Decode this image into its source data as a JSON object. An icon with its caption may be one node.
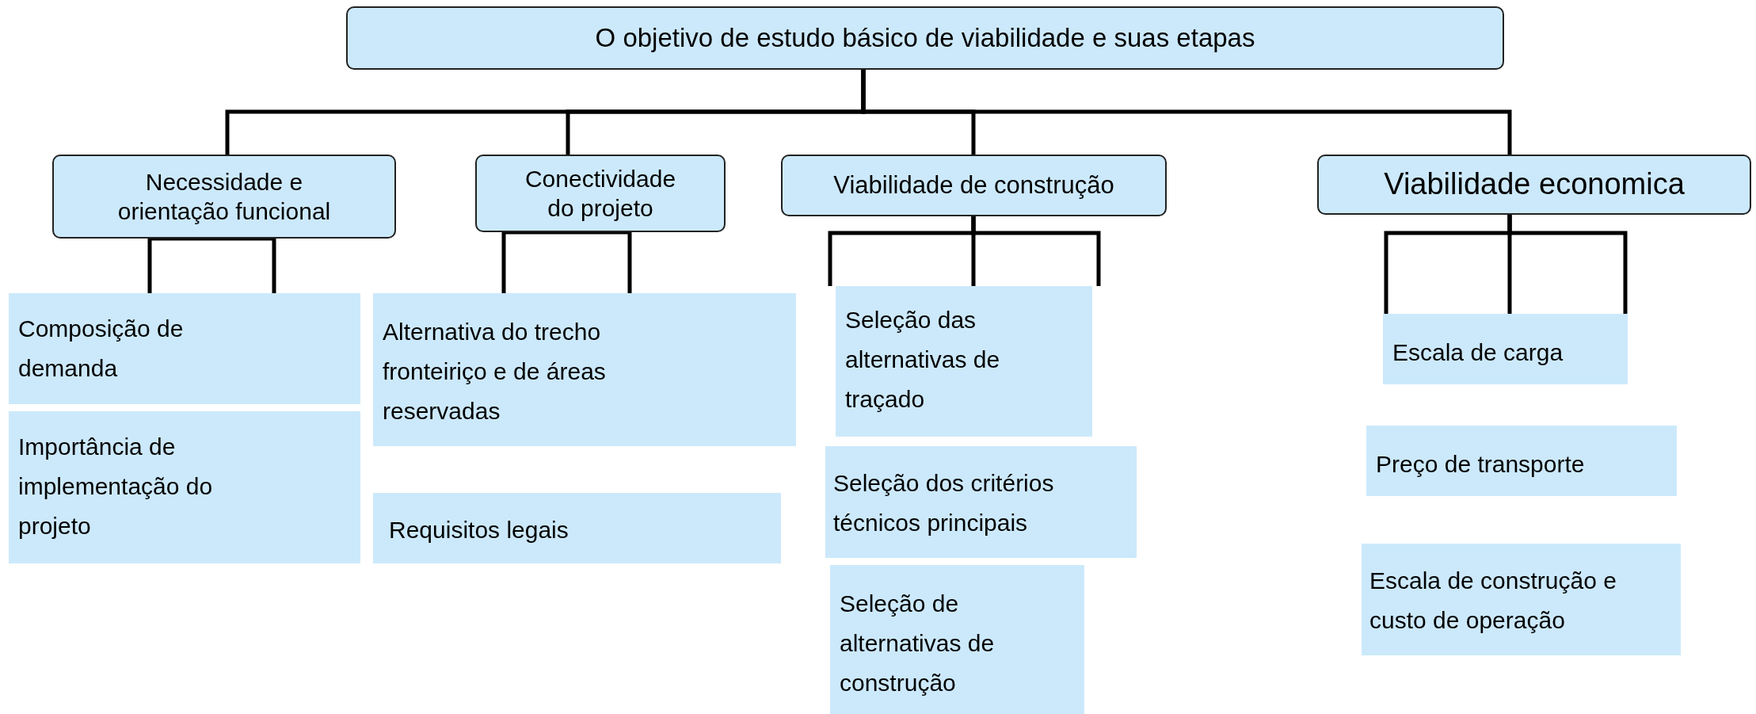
{
  "diagram": {
    "nodes": [
      {
        "text": [
          "O objetivo de estudo básico de viabilidade e suas etapas"
        ]
      },
      {
        "text": [
          "Necessidade e orientação funcional"
        ]
      },
      {
        "text": [
          "Conectividade do projeto"
        ]
      },
      {
        "text": [
          "Viabilidade de construção"
        ]
      },
      {
        "text": [
          "Viabilidade economica"
        ]
      },
      {
        "text": [
          "Composição de demanda"
        ]
      },
      {
        "text": [
          "Importância de implementação do projeto"
        ]
      },
      {
        "text": [
          "Alternativa do trecho fronteiriço e de áreas reservadas"
        ]
      },
      {
        "text": [
          "Requisitos legais"
        ]
      },
      {
        "text": [
          "Seleção das alternativas de traçado"
        ]
      },
      {
        "text": [
          "Seleção dos critérios técnicos principais"
        ]
      },
      {
        "text": [
          "Seleção de alternativas de construção"
        ]
      },
      {
        "text": [
          "Escala de carga"
        ]
      },
      {
        "text": [
          "Preço de transporte"
        ]
      },
      {
        "text": [
          "Escala de construção e custo de operação"
        ]
      }
    ],
    "edges": [
      {
        "from": 0,
        "to": 1,
        "arrow": "none"
      },
      {
        "from": 0,
        "to": 2,
        "arrow": "none"
      },
      {
        "from": 0,
        "to": 3,
        "arrow": "none"
      },
      {
        "from": 0,
        "to": 4,
        "arrow": "none"
      },
      {
        "from": 1,
        "to": 5,
        "arrow": "none"
      },
      {
        "from": 1,
        "to": 5,
        "arrow": "none"
      },
      {
        "from": 2,
        "to": 7,
        "arrow": "none"
      },
      {
        "from": 2,
        "to": 7,
        "arrow": "none"
      },
      {
        "from": 3,
        "to": 9,
        "arrow": "none"
      },
      {
        "from": 3,
        "to": 9,
        "arrow": "none"
      },
      {
        "from": 3,
        "to": 9,
        "arrow": "none"
      },
      {
        "from": 4,
        "to": 12,
        "arrow": "none"
      },
      {
        "from": 4,
        "to": 12,
        "arrow": "none"
      },
      {
        "from": 4,
        "to": 12,
        "arrow": "none"
      }
    ]
  }
}
